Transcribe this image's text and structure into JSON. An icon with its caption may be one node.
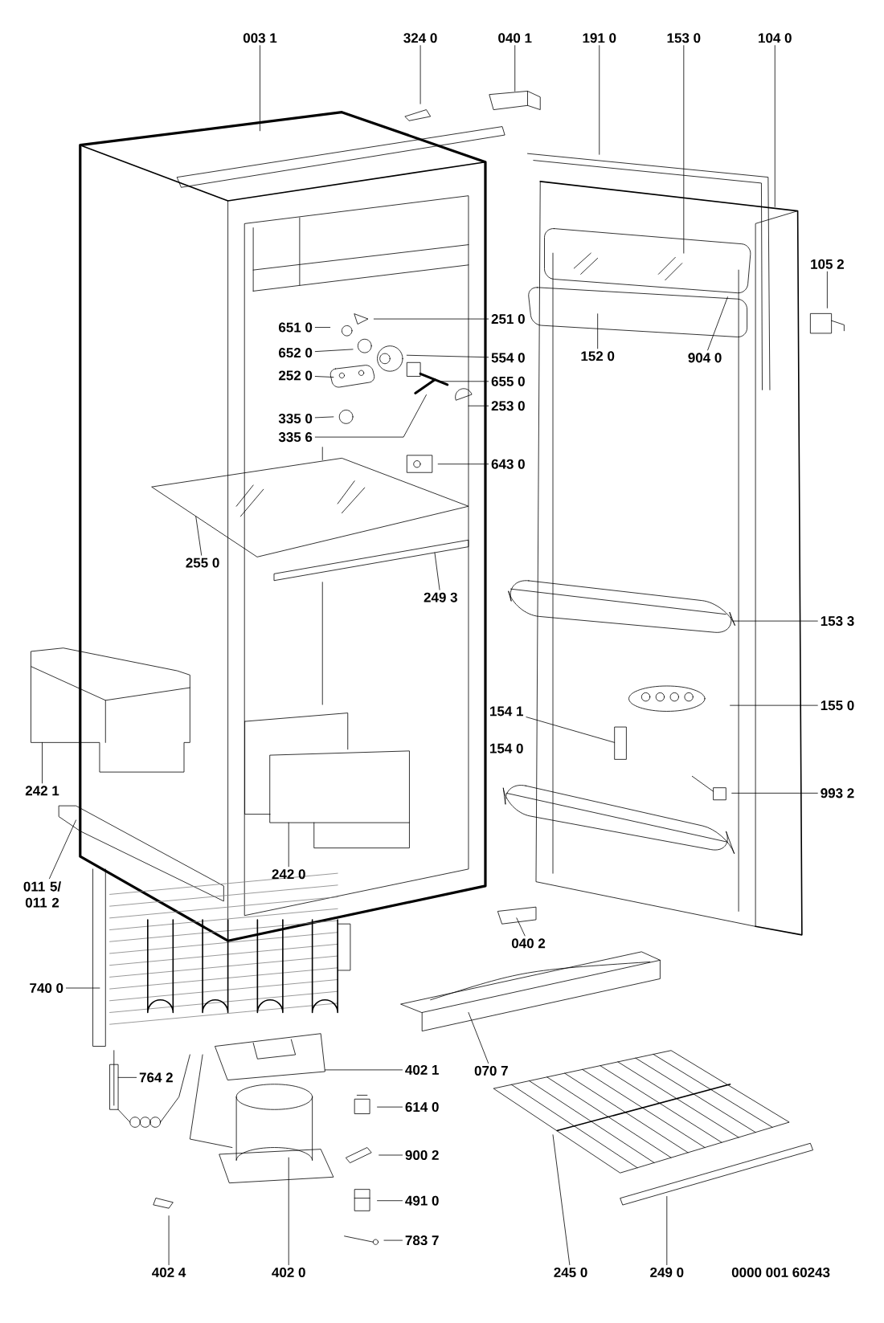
{
  "diagram": {
    "nodes": [
      {
        "text": [
          "003 1"
        ]
      },
      {
        "text": [
          "324 0"
        ]
      },
      {
        "text": [
          "040 1"
        ]
      },
      {
        "text": [
          "191 0"
        ]
      },
      {
        "text": [
          "153 0"
        ]
      },
      {
        "text": [
          "104 0"
        ]
      },
      {
        "text": [
          "105 2"
        ]
      },
      {
        "text": [
          "251 0"
        ]
      },
      {
        "text": [
          "651 0"
        ]
      },
      {
        "text": [
          "652 0"
        ]
      },
      {
        "text": [
          "152 0"
        ]
      },
      {
        "text": [
          "904 0"
        ]
      },
      {
        "text": [
          "554 0"
        ]
      },
      {
        "text": [
          "252 0"
        ]
      },
      {
        "text": [
          "655 0"
        ]
      },
      {
        "text": [
          "253 0"
        ]
      },
      {
        "text": [
          "335 0"
        ]
      },
      {
        "text": [
          "335 6"
        ]
      },
      {
        "text": [
          "643 0"
        ]
      },
      {
        "text": [
          "255 0"
        ]
      },
      {
        "text": [
          "249 3"
        ]
      },
      {
        "text": [
          "153 3"
        ]
      },
      {
        "text": [
          "242 1"
        ]
      },
      {
        "text": [
          "154 1"
        ]
      },
      {
        "text": [
          "155 0"
        ]
      },
      {
        "text": [
          "993 2"
        ]
      },
      {
        "text": [
          "242 0"
        ]
      },
      {
        "text": [
          "011 5/ 011 2"
        ]
      },
      {
        "text": [
          "040 2"
        ]
      },
      {
        "text": [
          "740 0"
        ]
      },
      {
        "text": [
          "402 1"
        ]
      },
      {
        "text": [
          "070 7"
        ]
      },
      {
        "text": [
          "764 2"
        ]
      },
      {
        "text": [
          "614 0"
        ]
      },
      {
        "text": [
          "900 2"
        ]
      },
      {
        "text": [
          "491 0"
        ]
      },
      {
        "text": [
          "783 7"
        ]
      },
      {
        "text": [
          "402 4"
        ]
      },
      {
        "text": [
          "402 0"
        ]
      },
      {
        "text": [
          "245 0"
        ]
      },
      {
        "text": [
          "249 0"
        ]
      }
    ],
    "edges": [
      {
        "from": 0,
        "to": null,
        "arrow": "none"
      },
      {
        "from": 1,
        "to": null,
        "arrow": "none"
      },
      {
        "from": 2,
        "to": null,
        "arrow": "none"
      },
      {
        "from": 3,
        "to": null,
        "arrow": "none"
      },
      {
        "from": 4,
        "to": null,
        "arrow": "none"
      },
      {
        "from": 5,
        "to": null,
        "arrow": "none"
      },
      {
        "from": 6,
        "to": null,
        "arrow": "none"
      },
      {
        "from": 7,
        "to": null,
        "arrow": "none"
      },
      {
        "from": 8,
        "to": null,
        "arrow": "none"
      },
      {
        "from": 9,
        "to": null,
        "arrow": "none"
      },
      {
        "from": 10,
        "to": null,
        "arrow": "none"
      },
      {
        "from": 11,
        "to": null,
        "arrow": "none"
      },
      {
        "from": 12,
        "to": null,
        "arrow": "none"
      },
      {
        "from": 13,
        "to": null,
        "arrow": "none"
      },
      {
        "from": 14,
        "to": null,
        "arrow": "none"
      },
      {
        "from": 15,
        "to": null,
        "arrow": "none"
      },
      {
        "from": 16,
        "to": null,
        "arrow": "none"
      },
      {
        "from": 17,
        "to": null,
        "arrow": "none"
      },
      {
        "from": 18,
        "to": null,
        "arrow": "none"
      },
      {
        "from": 19,
        "to": null,
        "arrow": "none"
      },
      {
        "from": 20,
        "to": null,
        "arrow": "none"
      },
      {
        "from": 21,
        "to": null,
        "arrow": "none"
      },
      {
        "from": 22,
        "to": null,
        "arrow": "none"
      },
      {
        "from": 23,
        "to": null,
        "arrow": "none"
      },
      {
        "from": 24,
        "to": null,
        "arrow": "none"
      },
      {
        "from": 25,
        "to": null,
        "arrow": "none"
      },
      {
        "from": 26,
        "to": null,
        "arrow": "none"
      },
      {
        "from": 27,
        "to": null,
        "arrow": "none"
      },
      {
        "from": 28,
        "to": null,
        "arrow": "none"
      },
      {
        "from": 29,
        "to": null,
        "arrow": "none"
      },
      {
        "from": 30,
        "to": null,
        "arrow": "none"
      },
      {
        "from": 31,
        "to": null,
        "arrow": "none"
      },
      {
        "from": 32,
        "to": null,
        "arrow": "none"
      },
      {
        "from": 33,
        "to": null,
        "arrow": "none"
      },
      {
        "from": 34,
        "to": null,
        "arrow": "none"
      },
      {
        "from": 35,
        "to": null,
        "arrow": "none"
      },
      {
        "from": 36,
        "to": null,
        "arrow": "none"
      },
      {
        "from": 37,
        "to": null,
        "arrow": "none"
      },
      {
        "from": 38,
        "to": null,
        "arrow": "none"
      },
      {
        "from": 39,
        "to": null,
        "arrow": "none"
      },
      {
        "from": 40,
        "to": null,
        "arrow": "none"
      }
    ],
    "labels": [
      "154 0",
      "0000 001 60243"
    ]
  }
}
